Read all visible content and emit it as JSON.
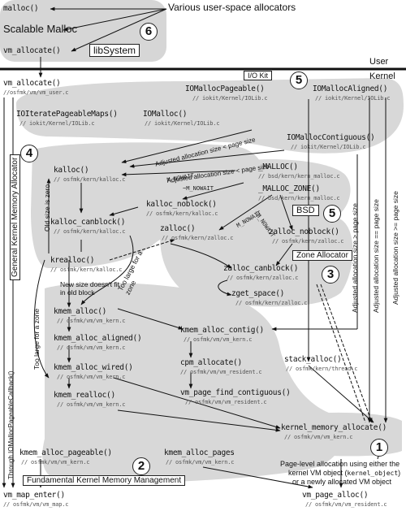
{
  "top": {
    "malloc": "malloc()",
    "note": "Various user-space allocators",
    "scalable_malloc": "Scalable Malloc",
    "vm_allocate": "vm_allocate()",
    "libsystem": "libSystem",
    "num6": "6"
  },
  "divider": {
    "user": "User",
    "kernel": "Kernel"
  },
  "kernel_left": {
    "vm_allocate": "vm_allocate()",
    "vm_allocate_path": "//osfmk/vm/vm_user.c",
    "callback": "Through IOMallocPageableCallback()",
    "too_large_zone": "Too large for a zone",
    "vm_map_enter": "vm_map_enter()",
    "vm_map_enter_path": "// osfmk/vm/vm_map.c"
  },
  "iokit": {
    "label": "I/O Kit",
    "num5": "5",
    "pageable": "IOMallocPageable()",
    "pageable_path": "// iokit/Kernel/IOLib.c",
    "aligned": "IOMallocAligned()",
    "aligned_path": "// iokit/Kernel/IOLib.c",
    "iterate": "IOIteratePageableMaps()",
    "iterate_path": "// iokit/Kernel/IOLib.c",
    "iomalloc": "IOMalloc()",
    "iomalloc_path": "// iokit/Kernel/IOLib.c",
    "contig": "IOMallocContiguous()",
    "contig_path": "// iokit/Kernel/IOLib.c",
    "adj1": "Adjusted allocation size < page size",
    "adj2": "Adjusted allocation size < page size",
    "adj_gt": "Adjusted allocation size > page size",
    "adj_eq": "Adjusted allocation size == page size",
    "adj_ge": "Adjusted allocation size >= page size"
  },
  "gkma": {
    "label": "General Kernel Memory Allocator",
    "num4": "4",
    "kalloc": "kalloc()",
    "kalloc_path": "// osfmk/kern/kalloc.c",
    "kalloc_noblock": "kalloc_noblock()",
    "kalloc_noblock_path": "// osfmk/kern/kalloc.c",
    "kalloc_canblock": "kalloc_canblock()",
    "kalloc_canblock_path": "// osfmk/kern/kalloc.c",
    "krealloc": "krealloc()",
    "krealloc_path": "// osfmk/kern/kalloc.c",
    "old_size_zero": "Old size is zero",
    "new_size": "New size doesn't fit in old block",
    "too_large_zone": "Too large for a zone",
    "m_nowait1": "M_NOWAIT",
    "m_nowait2": "~M_NOWAIT",
    "m_nowait3": "M_NOWAIT",
    "m_nowait4": "~M_NOWAIT"
  },
  "bsd": {
    "label": "BSD",
    "num5": "5",
    "malloc": "_MALLOC()",
    "malloc_path": "// bsd/kern/kern_malloc.c",
    "malloc_zone": "_MALLOC_ZONE()",
    "malloc_zone_path": "// bsd/kern/kern_malloc.c"
  },
  "zone": {
    "label": "Zone Allocator",
    "num3": "3",
    "zalloc": "zalloc()",
    "zalloc_path": "// osfmk/kern/zalloc.c",
    "zalloc_noblock": "zalloc_noblock()",
    "zalloc_noblock_path": "// osfmk/kern/zalloc.c",
    "zalloc_canblock": "zalloc_canblock()",
    "zalloc_canblock_path": "// osfmk/kern/zalloc.c",
    "zget_space": "zget_space()",
    "zget_space_path": "// osfmk/kern/zalloc.c"
  },
  "fkmm": {
    "label": "Fundamental Kernel Memory Management",
    "num2": "2",
    "kmem_alloc": "kmem_alloc()",
    "kmem_alloc_path": "// osfmk/vm/vm_kern.c",
    "kmem_alloc_aligned": "kmem_alloc_aligned()",
    "kmem_alloc_aligned_path": "// osfmk/vm/vm_kern.c",
    "kmem_alloc_wired": "kmem_alloc_wired()",
    "kmem_alloc_wired_path": "// osfmk/vm/vm_kern.c",
    "kmem_realloc": "kmem_realloc()",
    "kmem_realloc_path": "// osfmk/vm/vm_kern.c",
    "kmem_alloc_contig": "kmem_alloc_contig()",
    "kmem_alloc_contig_path": "// osfmk/vm/vm_kern.c",
    "cpm_allocate": "cpm_allocate()",
    "cpm_allocate_path": "// osfmk/vm/vm_resident.c",
    "vm_page_find_contiguous": "vm_page_find_contiguous()",
    "vm_page_find_contiguous_path": "// osfmk/vm/vm_resident.c",
    "stack_alloc": "stack_alloc()",
    "stack_alloc_path": "// osfmk/kern/thread.c",
    "kmem_alloc_pageable": "kmem_alloc_pageable()",
    "kmem_alloc_pageable_path": "// osfmk/vm/vm_kern.c",
    "kmem_alloc_pages": "kmem_alloc_pages",
    "kmem_alloc_pages_path": "// osfmk/vm/vm_kern.c"
  },
  "page_level": {
    "num1": "1",
    "kernel_memory_allocate": "kernel_memory_allocate()",
    "kernel_memory_allocate_path": "// osfmk/vm/vm_kern.c",
    "note_line1": "Page-level allocation using either the",
    "note_line2a": "kernel VM object (",
    "note_line2b": "kernel_object",
    "note_line2c": ")",
    "note_line3": "or a newly allocated VM object",
    "vm_page_alloc": "vm_page_alloc()",
    "vm_page_alloc_path": "// osfmk/vm/vm_resident.c"
  }
}
